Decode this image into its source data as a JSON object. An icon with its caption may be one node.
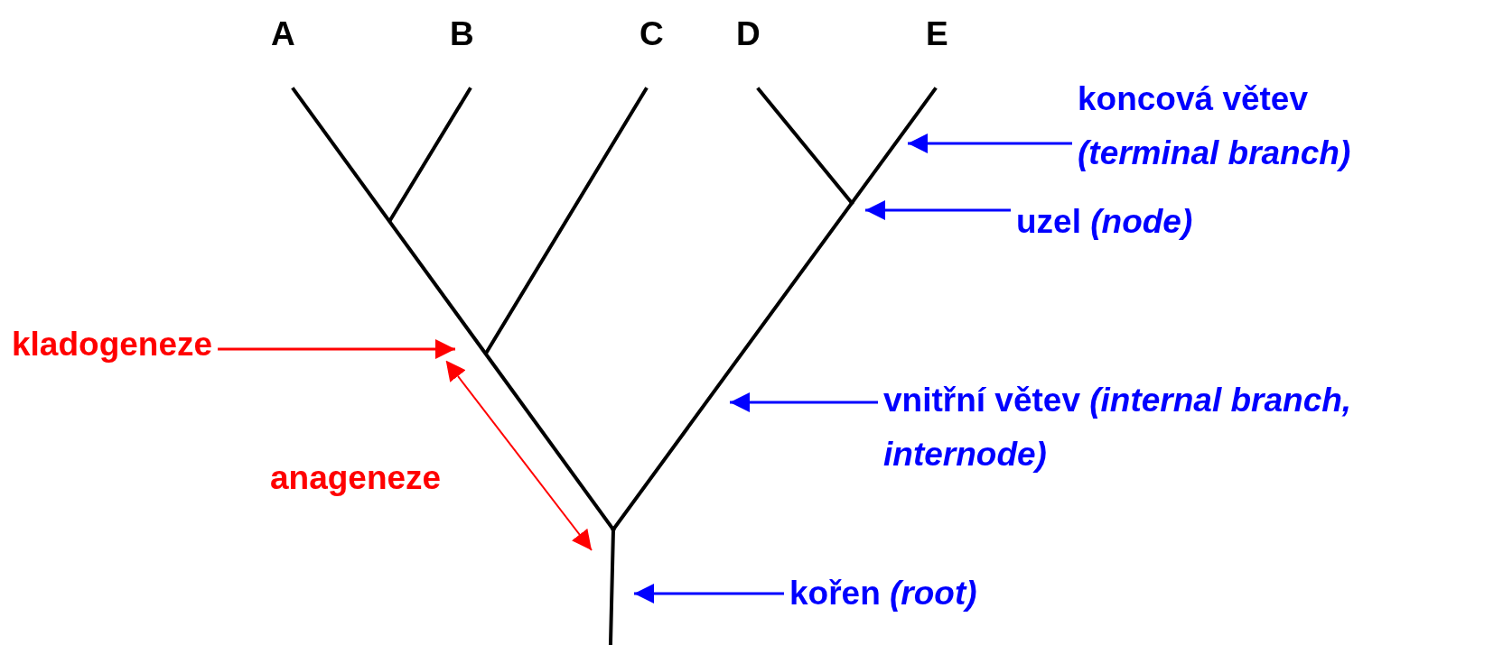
{
  "diagram": {
    "nodes": [
      {
        "text": [
          "kladogeneze"
        ]
      },
      {
        "text": [
          "koncová větev *(terminal branch)*"
        ]
      },
      {
        "text": [
          "uzel *(node)*"
        ]
      },
      {
        "text": [
          "vnitřní větev *(internal branch, internode)*"
        ]
      },
      {
        "text": [
          "kořen *(root)*"
        ]
      }
    ],
    "edges": [
      {
        "from": 0,
        "to": null,
        "arrow": "to",
        "color": "#ff0000"
      },
      {
        "from": 1,
        "to": null,
        "arrow": "to"
      },
      {
        "from": 2,
        "to": null,
        "arrow": "to"
      },
      {
        "from": 3,
        "to": null,
        "arrow": "to"
      },
      {
        "from": 4,
        "to": null,
        "arrow": "to"
      }
    ],
    "labels": [
      "A",
      "B",
      "C",
      "D",
      "E",
      "anageneze"
    ]
  }
}
